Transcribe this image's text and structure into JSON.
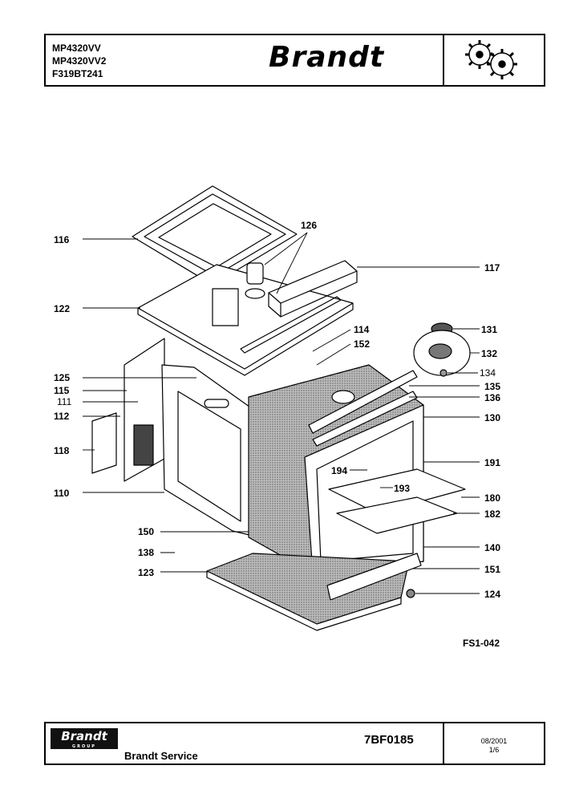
{
  "header": {
    "models": [
      "MP4320VV",
      "MP4320VV2",
      "F319BT241"
    ],
    "brand": "Brandt",
    "logo_icon": "gears-icon"
  },
  "callouts": [
    {
      "id": "116",
      "label": "116"
    },
    {
      "id": "126",
      "label": "126"
    },
    {
      "id": "117",
      "label": "117"
    },
    {
      "id": "122",
      "label": "122"
    },
    {
      "id": "114",
      "label": "114"
    },
    {
      "id": "152",
      "label": "152"
    },
    {
      "id": "131",
      "label": "131"
    },
    {
      "id": "132",
      "label": "132"
    },
    {
      "id": "134",
      "label": "134"
    },
    {
      "id": "125",
      "label": "125"
    },
    {
      "id": "115",
      "label": "115"
    },
    {
      "id": "111",
      "label": "111"
    },
    {
      "id": "112",
      "label": "112"
    },
    {
      "id": "135",
      "label": "135"
    },
    {
      "id": "136",
      "label": "136"
    },
    {
      "id": "130",
      "label": "130"
    },
    {
      "id": "118",
      "label": "118"
    },
    {
      "id": "191",
      "label": "191"
    },
    {
      "id": "194",
      "label": "194"
    },
    {
      "id": "193",
      "label": "193"
    },
    {
      "id": "110",
      "label": "110"
    },
    {
      "id": "180",
      "label": "180"
    },
    {
      "id": "182",
      "label": "182"
    },
    {
      "id": "150",
      "label": "150"
    },
    {
      "id": "140",
      "label": "140"
    },
    {
      "id": "138",
      "label": "138"
    },
    {
      "id": "123",
      "label": "123"
    },
    {
      "id": "151",
      "label": "151"
    },
    {
      "id": "124",
      "label": "124"
    }
  ],
  "figure_ref": "FS1-042",
  "footer": {
    "logo_text": "Brandt",
    "logo_sub": "GROUP",
    "service": "Brandt Service",
    "doc_code": "7BF0185",
    "date": "08/2001",
    "page": "1/6"
  }
}
